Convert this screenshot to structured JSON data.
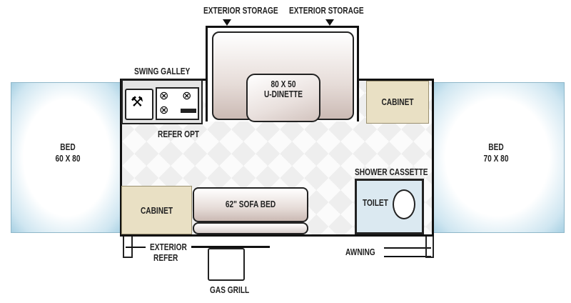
{
  "labels": {
    "exterior_storage_left": "EXTERIOR STORAGE",
    "exterior_storage_right": "EXTERIOR STORAGE",
    "swing_galley": "SWING GALLEY",
    "dinette_size": "80 X 50",
    "dinette_name": "U-DINETTE",
    "cabinet_right": "CABINET",
    "refer_opt": "REFER OPT",
    "bed_left_name": "BED",
    "bed_left_size": "60 X 80",
    "bed_right_name": "BED",
    "bed_right_size": "70 X 80",
    "shower_cassette": "SHOWER CASSETTE",
    "toilet": "TOILET",
    "cabinet_left": "CABINET",
    "sofa_bed": "62\" SOFA BED",
    "exterior_refer_1": "EXTERIOR",
    "exterior_refer_2": "REFER",
    "gas_grill": "GAS GRILL",
    "awning": "AWNING"
  },
  "colors": {
    "bed": "#a7d0e3",
    "cabinet": "#e9e0c4",
    "wall": "#111111"
  }
}
